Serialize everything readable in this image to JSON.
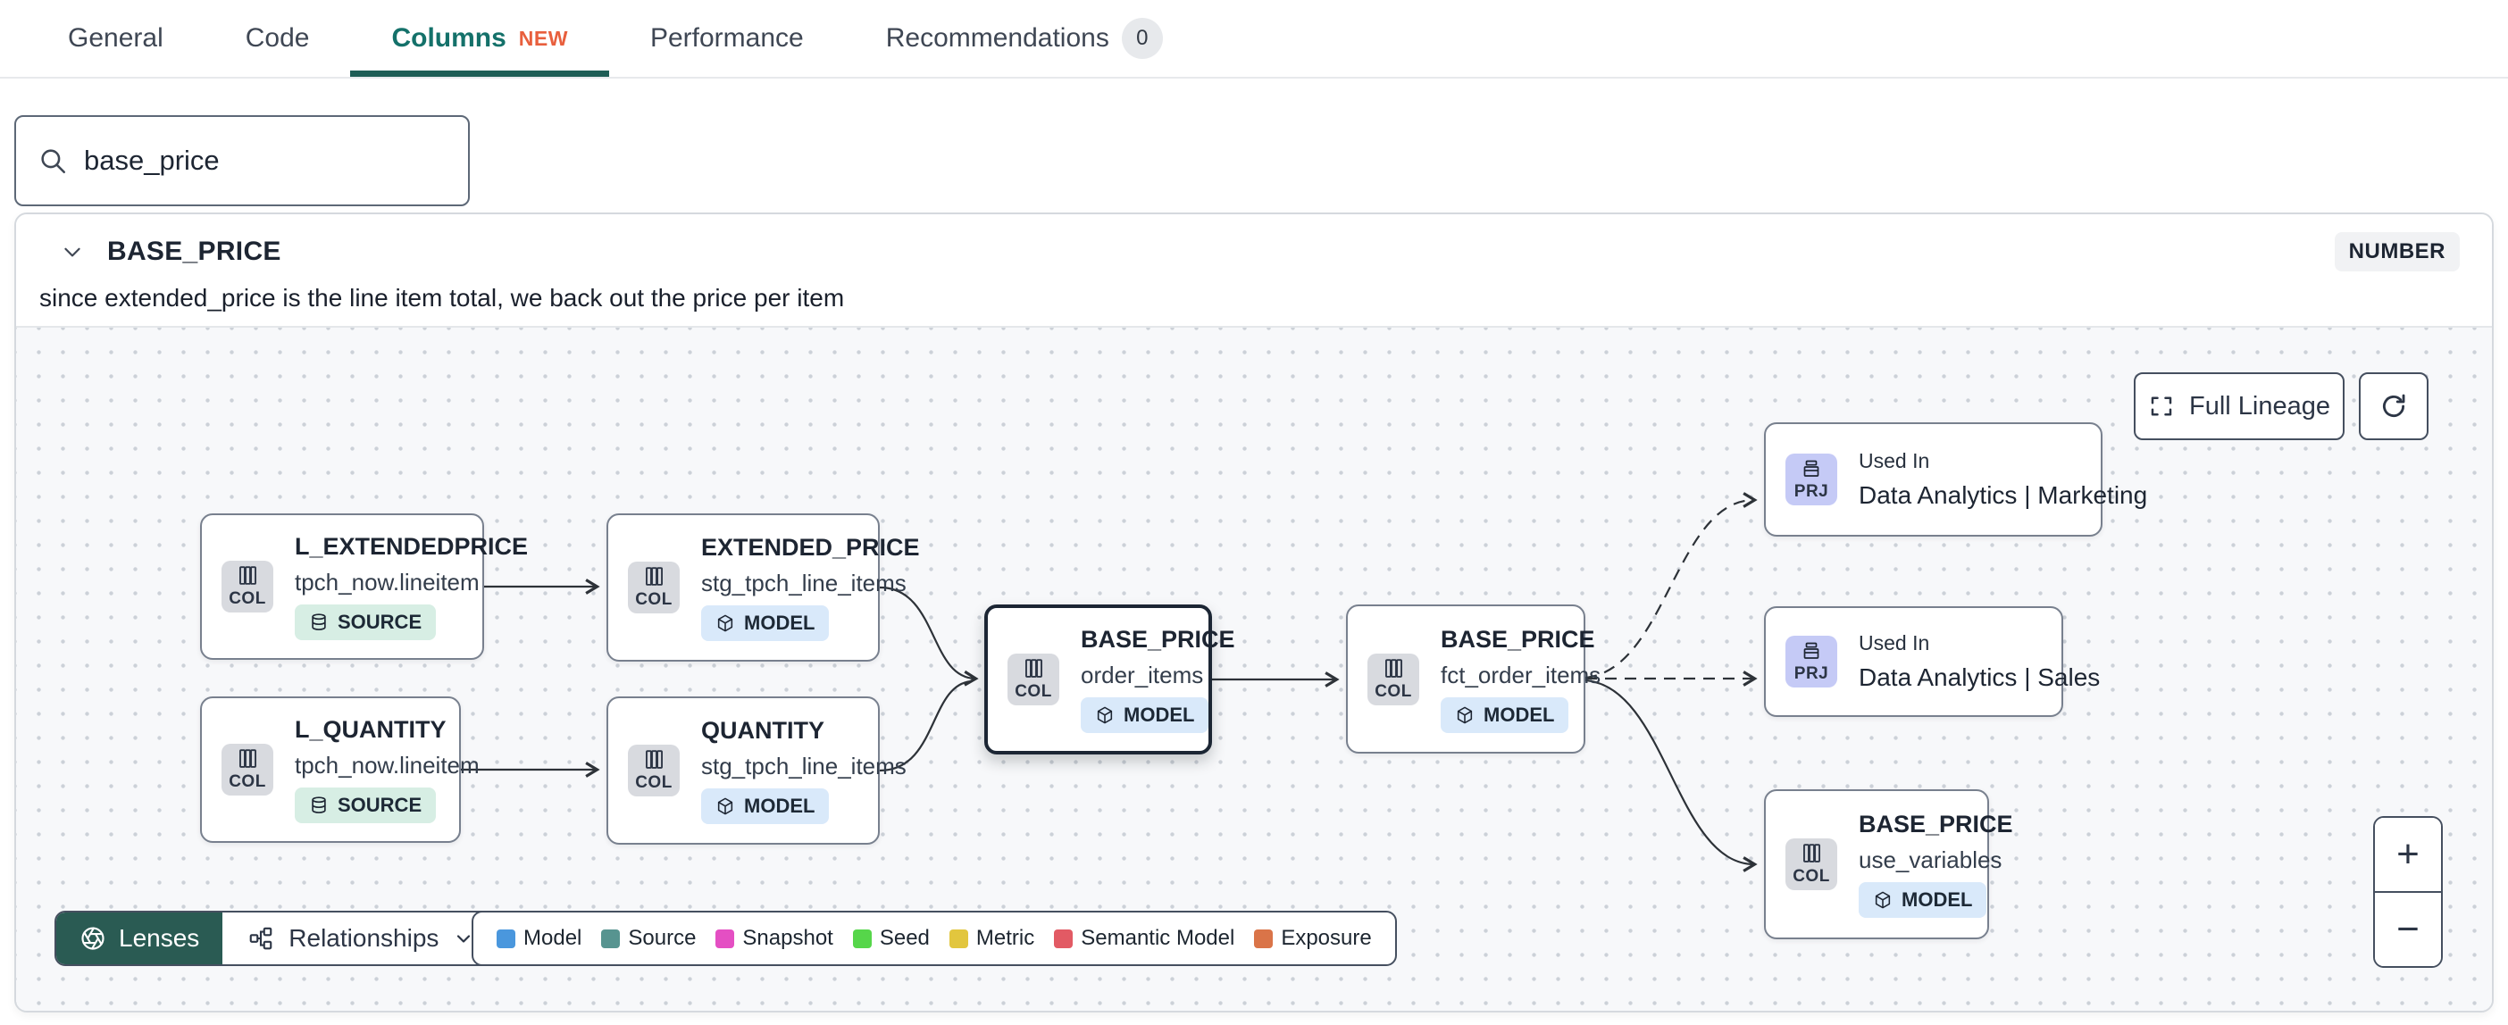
{
  "tabs": {
    "general": "General",
    "code": "Code",
    "columns": "Columns",
    "columns_badge": "NEW",
    "performance": "Performance",
    "recommendations": "Recommendations",
    "recommendations_count": "0"
  },
  "search": {
    "value": "base_price"
  },
  "column_panel": {
    "name": "BASE_PRICE",
    "data_type": "NUMBER",
    "description": "since extended_price is the line item total, we back out the price per item"
  },
  "lineage": {
    "full_lineage_label": "Full Lineage",
    "zoom_in": "+",
    "zoom_out": "−",
    "lenses_label": "Lenses",
    "relationships_label": "Relationships",
    "badges": {
      "column": "COL",
      "project": "PRJ"
    },
    "nodes": {
      "l_extendedprice": {
        "title": "L_EXTENDEDPRICE",
        "subtitle": "tpch_now.lineitem",
        "type": "SOURCE"
      },
      "l_quantity": {
        "title": "L_QUANTITY",
        "subtitle": "tpch_now.lineitem",
        "type": "SOURCE"
      },
      "extended_price": {
        "title": "EXTENDED_PRICE",
        "subtitle": "stg_tpch_line_items",
        "type": "MODEL"
      },
      "quantity": {
        "title": "QUANTITY",
        "subtitle": "stg_tpch_line_items",
        "type": "MODEL"
      },
      "base_price_order_items": {
        "title": "BASE_PRICE",
        "subtitle": "order_items",
        "type": "MODEL"
      },
      "base_price_fct_order_items": {
        "title": "BASE_PRICE",
        "subtitle": "fct_order_items",
        "type": "MODEL"
      },
      "used_in_marketing": {
        "label": "Used In",
        "title": "Data Analytics | Marketing"
      },
      "used_in_sales": {
        "label": "Used In",
        "title": "Data Analytics | Sales"
      },
      "base_price_use_variables": {
        "title": "BASE_PRICE",
        "subtitle": "use_variables",
        "type": "MODEL"
      }
    },
    "legend": [
      {
        "label": "Model",
        "color": "#4a97dd"
      },
      {
        "label": "Source",
        "color": "#579490"
      },
      {
        "label": "Snapshot",
        "color": "#e44fc3"
      },
      {
        "label": "Seed",
        "color": "#56d64a"
      },
      {
        "label": "Metric",
        "color": "#e2c63e"
      },
      {
        "label": "Semantic Model",
        "color": "#e25a64"
      },
      {
        "label": "Exposure",
        "color": "#da7448"
      }
    ]
  }
}
